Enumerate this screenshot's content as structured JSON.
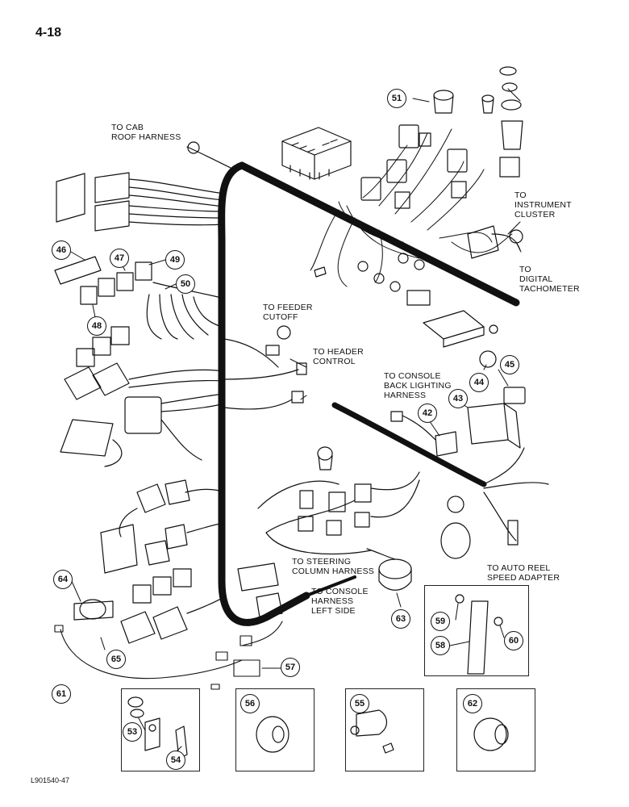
{
  "page": {
    "number": "4-18",
    "figure_code": "L901540-47"
  },
  "labels": {
    "cab_roof": [
      "TO CAB",
      "ROOF HARNESS"
    ],
    "instrument_cluster": [
      "TO",
      "INSTRUMENT",
      "CLUSTER"
    ],
    "digital_tach": [
      "TO",
      "DIGITAL",
      "TACHOMETER"
    ],
    "feeder_cutoff": [
      "TO FEEDER",
      "CUTOFF"
    ],
    "header_control": [
      "TO HEADER",
      "CONTROL"
    ],
    "console_back_lighting": [
      "TO CONSOLE",
      "BACK LIGHTING",
      "HARNESS"
    ],
    "steering_column": [
      "TO STEERING",
      "COLUMN HARNESS"
    ],
    "console_left": [
      "TO CONSOLE",
      "HARNESS",
      "LEFT SIDE"
    ],
    "auto_reel": [
      "TO AUTO REEL",
      "SPEED ADAPTER"
    ]
  },
  "callouts": [
    "51",
    "46",
    "47",
    "49",
    "50",
    "48",
    "44",
    "45",
    "43",
    "42",
    "64",
    "65",
    "63",
    "59",
    "60",
    "58",
    "57",
    "61",
    "56",
    "55",
    "62",
    "53",
    "54"
  ]
}
